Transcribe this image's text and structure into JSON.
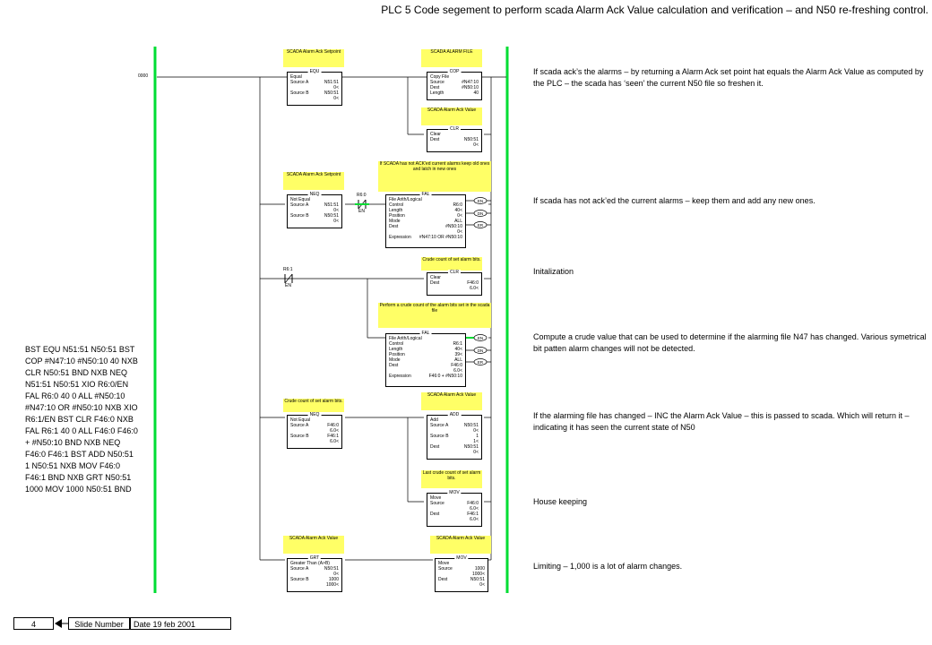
{
  "title": "PLC 5 Code segement to perform scada Alarm Ack Value calculation and verification – and N50 re-freshing control.",
  "rung_number": "0000",
  "notes": [
    "If scada ack’s the alarms – by returning a Alarm Ack set point hat equals the Alarm Ack Value as computed by the PLC – the scada has ‘seen’ the current N50 file so freshen it.",
    "If scada has not ack’ed the current alarms – keep them and add any new ones.",
    "Initalization",
    "Compute a crude value that can be used to determine if the alarming file N47 has changed. Various symetrical bit patten alarm changes will not be detected.",
    "If the alarming file has changed – INC the Alarm Ack Value – this is passed to scada. Which will return it – indicating it has seen the current state of N50",
    "House keeping",
    "Limiting – 1,000 is a lot of alarm changes."
  ],
  "code_text": "BST EQU N51:51 N50:51 BST COP #N47:10 #N50:10 40 NXB CLR N50:51 BND NXB NEQ N51:51 N50:51 XIO R6:0/EN FAL R6:0 40 0 ALL #N50:10 #N47:10 OR #N50:10 NXB XIO R6:1/EN BST CLR F46:0 NXB FAL R6:1 40 0 ALL F46:0 F46:0 + #N50:10 BND NXB NEQ F46:0 F46:1 BST ADD N50:51 1 N50:51 NXB MOV F46:0 F46:1 BND NXB GRT N50:51 1000 MOV 1000 N50:51 BND",
  "tags": {
    "t1": "SCADA Alarm Ack Setpoint",
    "t2": "SCADA ALARM FILE",
    "t3": "SCADA Alarm Ack Value",
    "t4": "SCADA Alarm Ack Setpoint",
    "t5": "If SCADA has not ACK'ed current alarms keep old ones and latch in new ones",
    "t6": "Crude count of set alarm bits.",
    "t7": "Perform a crude count of the alarm bits set in the scada file",
    "t8": "Crude count of set alarm bits.",
    "t9": "SCADA Alarm Ack Value",
    "t10": "Last crude count of set alarm bits.",
    "t11": "SCADA Alarm Ack Value",
    "t12": "SCADA Alarm Ack Value"
  },
  "instructions": {
    "equ": {
      "head": "EQU",
      "name": "Equal",
      "rows": [
        [
          "Source A",
          "N51:51"
        ],
        [
          "",
          "0<"
        ],
        [
          "Source B",
          "N50:51"
        ],
        [
          "",
          "0<"
        ]
      ]
    },
    "cop": {
      "head": "COP",
      "name": "Copy File",
      "rows": [
        [
          "Source",
          "#N47:10"
        ],
        [
          "Dest",
          "#N50:10"
        ],
        [
          "Length",
          "40"
        ]
      ]
    },
    "clr1": {
      "head": "CLR",
      "name": "Clear",
      "rows": [
        [
          "Dest",
          "N50:51"
        ],
        [
          "",
          "0<"
        ]
      ]
    },
    "neq1": {
      "head": "NEQ",
      "name": "Not Equal",
      "rows": [
        [
          "Source A",
          "N51:51"
        ],
        [
          "",
          "0<"
        ],
        [
          "Source B",
          "N50:51"
        ],
        [
          "",
          "0<"
        ]
      ]
    },
    "fal1": {
      "head": "FAL",
      "name": "File Arith/Logical",
      "rows": [
        [
          "Control",
          "R6:0"
        ],
        [
          "Length",
          "40<"
        ],
        [
          "Position",
          "0<"
        ],
        [
          "Mode",
          "ALL"
        ],
        [
          "Dest",
          "#N50:10"
        ],
        [
          "",
          "0<"
        ],
        [
          "Expression",
          "#N47:10 OR #N50:10"
        ]
      ]
    },
    "clr2": {
      "head": "CLR",
      "name": "Clear",
      "rows": [
        [
          "Dest",
          "F46:0"
        ],
        [
          "",
          "6.0<"
        ]
      ]
    },
    "fal2": {
      "head": "FAL",
      "name": "File Arith/Logical",
      "rows": [
        [
          "Control",
          "R6:1"
        ],
        [
          "Length",
          "40<"
        ],
        [
          "Position",
          "39<"
        ],
        [
          "Mode",
          "ALL"
        ],
        [
          "Dest",
          "F46:0"
        ],
        [
          "",
          "6.0<"
        ],
        [
          "Expression",
          "F46:0 + #N50:10"
        ]
      ]
    },
    "neq2": {
      "head": "NEQ",
      "name": "Not Equal",
      "rows": [
        [
          "Source A",
          "F46:0"
        ],
        [
          "",
          "6.0<"
        ],
        [
          "Source B",
          "F46:1"
        ],
        [
          "",
          "6.0<"
        ]
      ]
    },
    "add": {
      "head": "ADD",
      "name": "Add",
      "rows": [
        [
          "Source A",
          "N50:51"
        ],
        [
          "",
          "0<"
        ],
        [
          "Source B",
          "1"
        ],
        [
          "",
          "1<"
        ],
        [
          "Dest",
          "N50:51"
        ],
        [
          "",
          "0<"
        ]
      ]
    },
    "mov1": {
      "head": "MOV",
      "name": "Move",
      "rows": [
        [
          "Source",
          "F46:0"
        ],
        [
          "",
          "6.0<"
        ],
        [
          "Dest",
          "F46:1"
        ],
        [
          "",
          "6.0<"
        ]
      ]
    },
    "grt": {
      "head": "GRT",
      "name": "Greater Than (A>B)",
      "rows": [
        [
          "Source A",
          "N50:51"
        ],
        [
          "",
          "0<"
        ],
        [
          "Source B",
          "1000"
        ],
        [
          "",
          "1000<"
        ]
      ]
    },
    "mov2": {
      "head": "MOV",
      "name": "Move",
      "rows": [
        [
          "Source",
          "1000"
        ],
        [
          "",
          "1000<"
        ],
        [
          "Dest",
          "N50:51"
        ],
        [
          "",
          "0<"
        ]
      ]
    }
  },
  "contacts": {
    "c1": {
      "addr": "R6:0",
      "bit": "EN"
    },
    "c2": {
      "addr": "R6:1",
      "bit": "EN"
    }
  },
  "coils": {
    "en1": "EN",
    "dn1": "DN",
    "er1": "ER",
    "en2": "EN",
    "dn2": "DN",
    "er2": "ER"
  },
  "footer": {
    "page": "4",
    "slide_label": "Slide Number",
    "date": "Date 19 feb 2001"
  },
  "colors": {
    "rail": "#00dd33",
    "tag": "#ffff66"
  }
}
